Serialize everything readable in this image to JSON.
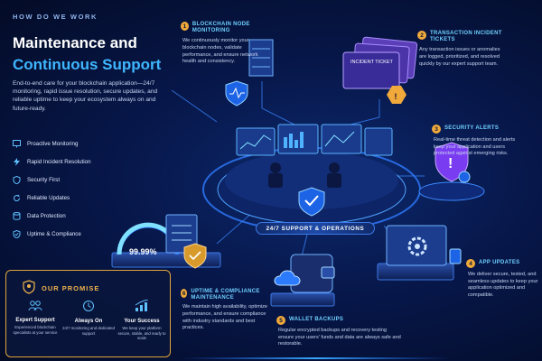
{
  "header": {
    "eyebrow": "HOW DO WE WORK",
    "title_line1": "Maintenance and",
    "title_line2": "Continuous Support",
    "intro": "End-to-end care for your blockchain application—24/7 monitoring, rapid issue resolution, secure updates, and reliable uptime to keep your ecosystem always on and future-ready."
  },
  "features": [
    {
      "label": "Proactive Monitoring",
      "icon": "monitor-icon"
    },
    {
      "label": "Rapid Incident Resolution",
      "icon": "bolt-icon"
    },
    {
      "label": "Security First",
      "icon": "shield-icon"
    },
    {
      "label": "Reliable Updates",
      "icon": "refresh-icon"
    },
    {
      "label": "Data Protection",
      "icon": "database-icon"
    },
    {
      "label": "Uptime & Compliance",
      "icon": "check-shield-icon"
    }
  ],
  "promise": {
    "title": "OUR PROMISE",
    "items": [
      {
        "heading": "Expert Support",
        "text": "Experienced blockchain specialists at your service",
        "icon": "people-icon"
      },
      {
        "heading": "Always On",
        "text": "24/7 monitoring and dedicated support",
        "icon": "clock-icon"
      },
      {
        "heading": "Your Success",
        "text": "We keep your platform secure, stable, and ready to scale",
        "icon": "growth-chart-icon"
      }
    ]
  },
  "callouts": {
    "c1": {
      "num": "1",
      "title": "BLOCKCHAIN NODE MONITORING",
      "text": "We continuously monitor your blockchain nodes, validate performance, and ensure network health and consistency."
    },
    "c2": {
      "num": "2",
      "title": "TRANSACTION INCIDENT TICKETS",
      "text": "Any transaction issues or anomalies are logged, prioritized, and resolved quickly by our expert support team."
    },
    "c3": {
      "num": "3",
      "title": "SECURITY ALERTS",
      "text": "Real-time threat detection and alerts keep your application and users protected against emerging risks."
    },
    "c4": {
      "num": "4",
      "title": "APP UPDATES",
      "text": "We deliver secure, tested, and seamless updates to keep your application optimized and compatible."
    },
    "c5": {
      "num": "5",
      "title": "WALLET BACKUPS",
      "text": "Regular encrypted backups and recovery testing ensure your users' funds and data are always safe and restorable."
    },
    "c6": {
      "num": "6",
      "title": "UPTIME & COMPLIANCE MAINTENANCE",
      "text": "We maintain high availability, optimize performance, and ensure compliance with industry standards and best practices."
    }
  },
  "illustration": {
    "center_label": "24/7 SUPPORT & OPERATIONS",
    "ticket_label": "INCIDENT TICKET",
    "uptime_value": "99.99%"
  },
  "colors": {
    "accent_blue": "#3fb6ff",
    "accent_gold": "#f0a93a",
    "background": "#07174a",
    "alert_purple": "#7a3cf0"
  }
}
